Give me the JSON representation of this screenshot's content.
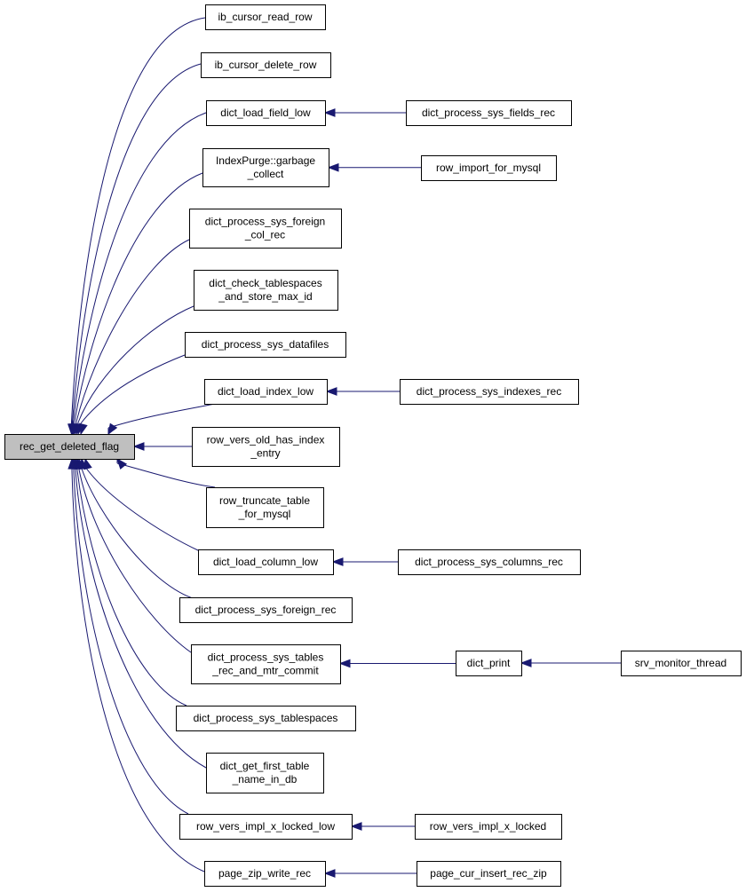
{
  "diagram": {
    "edge_color": "#191970",
    "focus_fill": "#bfbfbf",
    "nodes": [
      {
        "id": "rec_get_deleted_flag",
        "lines": [
          "rec_get_deleted_flag"
        ],
        "focus": true
      },
      {
        "id": "ib_cursor_read_row",
        "lines": [
          "ib_cursor_read_row"
        ]
      },
      {
        "id": "ib_cursor_delete_row",
        "lines": [
          "ib_cursor_delete_row"
        ]
      },
      {
        "id": "dict_load_field_low",
        "lines": [
          "dict_load_field_low"
        ]
      },
      {
        "id": "dict_process_sys_fields_rec",
        "lines": [
          "dict_process_sys_fields_rec"
        ]
      },
      {
        "id": "IndexPurge_garbage_collect",
        "lines": [
          "IndexPurge::garbage",
          "_collect"
        ]
      },
      {
        "id": "row_import_for_mysql",
        "lines": [
          "row_import_for_mysql"
        ]
      },
      {
        "id": "dict_process_sys_foreign_col_rec",
        "lines": [
          "dict_process_sys_foreign",
          "_col_rec"
        ]
      },
      {
        "id": "dict_check_tablespaces_and_store_max_id",
        "lines": [
          "dict_check_tablespaces",
          "_and_store_max_id"
        ]
      },
      {
        "id": "dict_process_sys_datafiles",
        "lines": [
          "dict_process_sys_datafiles"
        ]
      },
      {
        "id": "dict_load_index_low",
        "lines": [
          "dict_load_index_low"
        ]
      },
      {
        "id": "dict_process_sys_indexes_rec",
        "lines": [
          "dict_process_sys_indexes_rec"
        ]
      },
      {
        "id": "row_vers_old_has_index_entry",
        "lines": [
          "row_vers_old_has_index",
          "_entry"
        ]
      },
      {
        "id": "row_truncate_table_for_mysql",
        "lines": [
          "row_truncate_table",
          "_for_mysql"
        ]
      },
      {
        "id": "dict_load_column_low",
        "lines": [
          "dict_load_column_low"
        ]
      },
      {
        "id": "dict_process_sys_columns_rec",
        "lines": [
          "dict_process_sys_columns_rec"
        ]
      },
      {
        "id": "dict_process_sys_foreign_rec",
        "lines": [
          "dict_process_sys_foreign_rec"
        ]
      },
      {
        "id": "dict_process_sys_tables_rec_and_mtr_commit",
        "lines": [
          "dict_process_sys_tables",
          "_rec_and_mtr_commit"
        ]
      },
      {
        "id": "dict_print",
        "lines": [
          "dict_print"
        ]
      },
      {
        "id": "srv_monitor_thread",
        "lines": [
          "srv_monitor_thread"
        ]
      },
      {
        "id": "dict_process_sys_tablespaces",
        "lines": [
          "dict_process_sys_tablespaces"
        ]
      },
      {
        "id": "dict_get_first_table_name_in_db",
        "lines": [
          "dict_get_first_table",
          "_name_in_db"
        ]
      },
      {
        "id": "row_vers_impl_x_locked_low",
        "lines": [
          "row_vers_impl_x_locked_low"
        ]
      },
      {
        "id": "row_vers_impl_x_locked",
        "lines": [
          "row_vers_impl_x_locked"
        ]
      },
      {
        "id": "page_zip_write_rec",
        "lines": [
          "page_zip_write_rec"
        ]
      },
      {
        "id": "page_cur_insert_rec_zip",
        "lines": [
          "page_cur_insert_rec_zip"
        ]
      }
    ],
    "edges": [
      {
        "from": "ib_cursor_read_row",
        "to": "rec_get_deleted_flag"
      },
      {
        "from": "ib_cursor_delete_row",
        "to": "rec_get_deleted_flag"
      },
      {
        "from": "dict_load_field_low",
        "to": "rec_get_deleted_flag"
      },
      {
        "from": "IndexPurge_garbage_collect",
        "to": "rec_get_deleted_flag"
      },
      {
        "from": "dict_process_sys_foreign_col_rec",
        "to": "rec_get_deleted_flag"
      },
      {
        "from": "dict_check_tablespaces_and_store_max_id",
        "to": "rec_get_deleted_flag"
      },
      {
        "from": "dict_process_sys_datafiles",
        "to": "rec_get_deleted_flag"
      },
      {
        "from": "dict_load_index_low",
        "to": "rec_get_deleted_flag"
      },
      {
        "from": "row_vers_old_has_index_entry",
        "to": "rec_get_deleted_flag"
      },
      {
        "from": "row_truncate_table_for_mysql",
        "to": "rec_get_deleted_flag"
      },
      {
        "from": "dict_load_column_low",
        "to": "rec_get_deleted_flag"
      },
      {
        "from": "dict_process_sys_foreign_rec",
        "to": "rec_get_deleted_flag"
      },
      {
        "from": "dict_process_sys_tables_rec_and_mtr_commit",
        "to": "rec_get_deleted_flag"
      },
      {
        "from": "dict_process_sys_tablespaces",
        "to": "rec_get_deleted_flag"
      },
      {
        "from": "dict_get_first_table_name_in_db",
        "to": "rec_get_deleted_flag"
      },
      {
        "from": "row_vers_impl_x_locked_low",
        "to": "rec_get_deleted_flag"
      },
      {
        "from": "page_zip_write_rec",
        "to": "rec_get_deleted_flag"
      },
      {
        "from": "dict_process_sys_fields_rec",
        "to": "dict_load_field_low"
      },
      {
        "from": "row_import_for_mysql",
        "to": "IndexPurge_garbage_collect"
      },
      {
        "from": "dict_process_sys_indexes_rec",
        "to": "dict_load_index_low"
      },
      {
        "from": "dict_process_sys_columns_rec",
        "to": "dict_load_column_low"
      },
      {
        "from": "dict_print",
        "to": "dict_process_sys_tables_rec_and_mtr_commit"
      },
      {
        "from": "srv_monitor_thread",
        "to": "dict_print"
      },
      {
        "from": "row_vers_impl_x_locked",
        "to": "row_vers_impl_x_locked_low"
      },
      {
        "from": "page_cur_insert_rec_zip",
        "to": "page_zip_write_rec"
      }
    ]
  }
}
